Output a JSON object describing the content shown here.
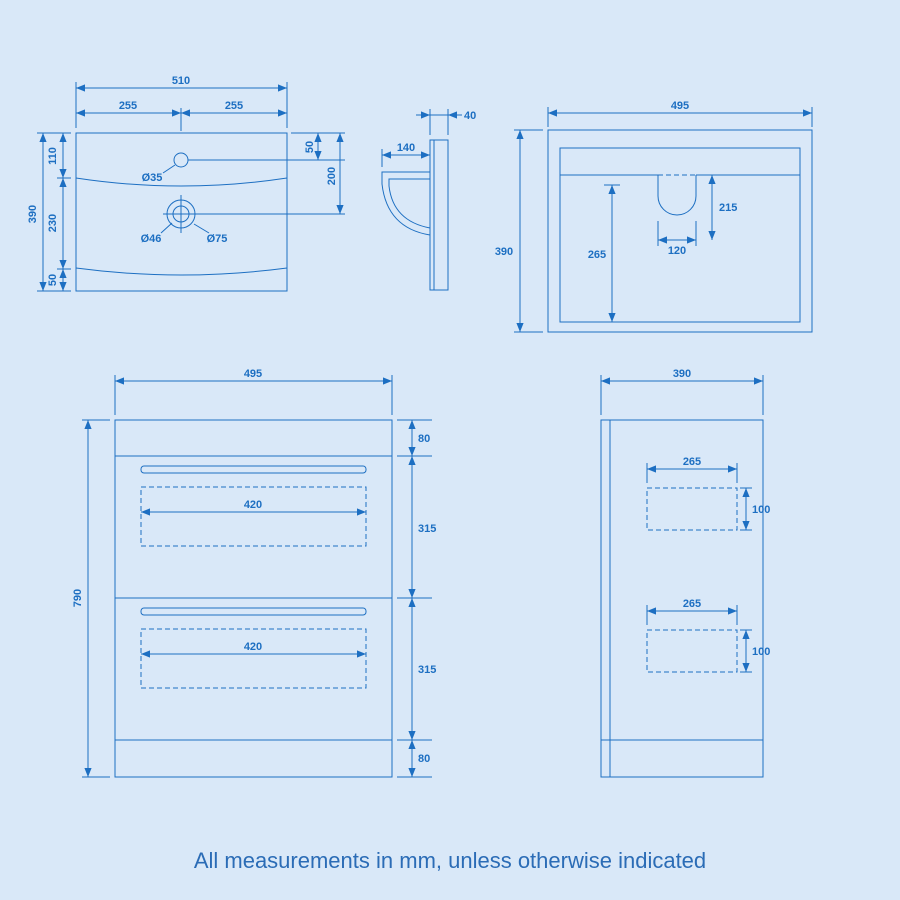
{
  "caption": "All measurements in mm, unless otherwise indicated",
  "colors": {
    "line": "#1d6fc2",
    "background": "#d9e8f8",
    "caption_text": "#2b6cb6"
  },
  "views": {
    "basin_plan": {
      "width_total": "510",
      "width_left": "255",
      "width_right": "255",
      "depth_total": "390",
      "top_segment": "110",
      "middle_segment": "230",
      "bottom_segment": "50",
      "tap_setback": "50",
      "drain_setback": "200",
      "tap_hole_diameter": "Ø35",
      "drain_inner_diameter": "Ø46",
      "drain_outer_diameter": "Ø75"
    },
    "basin_profile": {
      "rim_thickness": "40",
      "bowl_depth": "140"
    },
    "cabinet_plan": {
      "width": "495",
      "depth": "390",
      "interior_depth": "265",
      "cutout_depth": "215",
      "cutout_width": "120"
    },
    "cabinet_front": {
      "width": "495",
      "height": "790",
      "top_panel": "80",
      "upper_drawer": "315",
      "lower_drawer": "315",
      "plinth": "80",
      "upper_drawer_width": "420",
      "lower_drawer_width": "420"
    },
    "cabinet_side": {
      "depth": "390",
      "upper_recess_width": "265",
      "upper_recess_height": "100",
      "lower_recess_width": "265",
      "lower_recess_height": "100"
    }
  }
}
